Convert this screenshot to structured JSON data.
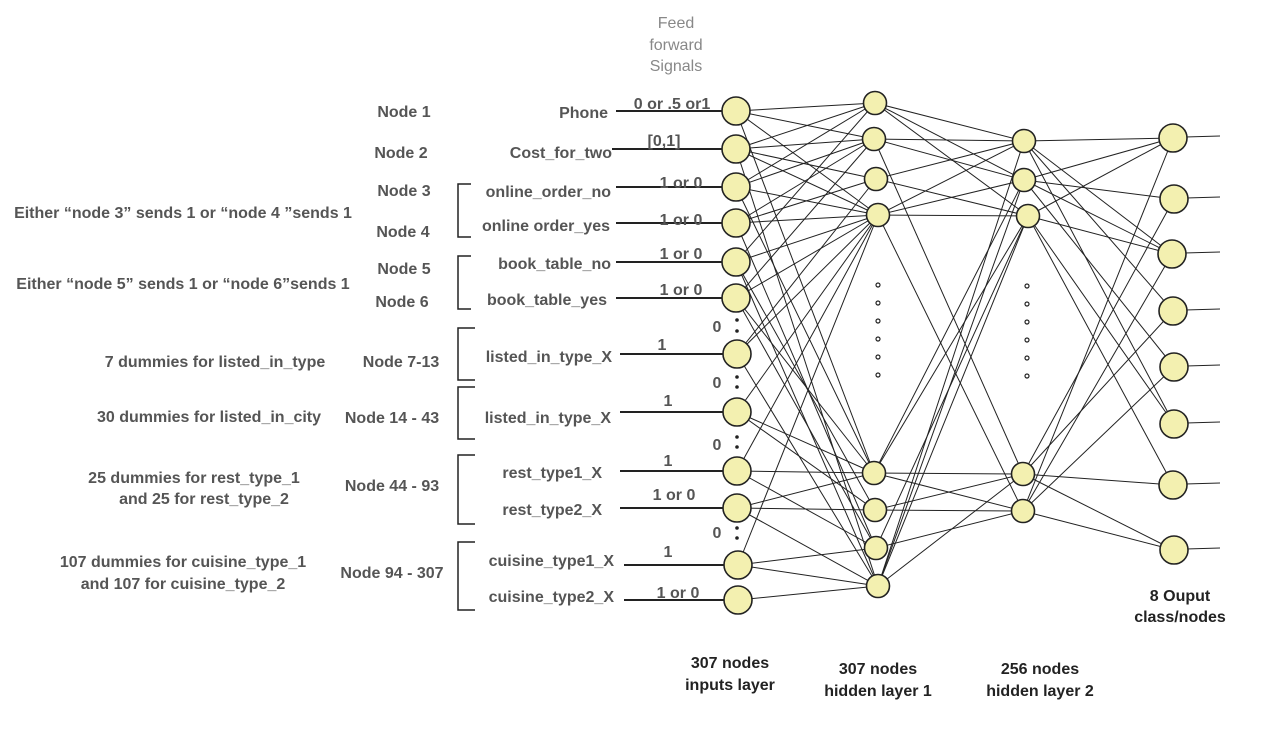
{
  "header": {
    "line1": "Feed",
    "line2": "forward",
    "line3": "Signals"
  },
  "rows": [
    {
      "node": "Node 1",
      "feature": "Phone",
      "signal": "0 or .5 or1"
    },
    {
      "node": "Node 2",
      "feature": "Cost_for_two",
      "signal": "[0,1]"
    },
    {
      "node": "Node 3",
      "feature": "online_order_no",
      "signal": "1 or 0"
    },
    {
      "node": "Node 4",
      "feature": "online order_yes",
      "signal": "1 or 0"
    },
    {
      "node": "Node 5",
      "feature": "book_table_no",
      "signal": "1 or 0"
    },
    {
      "node": "Node 6",
      "feature": "book_table_yes",
      "signal": "1 or 0"
    },
    {
      "node": "Node 7-13",
      "feature": "listed_in_type_X",
      "signal": "1"
    },
    {
      "node": "Node 14 - 43",
      "feature": "listed_in_type_X",
      "signal": "1"
    },
    {
      "node": "Node 44 - 93",
      "feature": "rest_type1_X",
      "signal": "1"
    },
    {
      "node": "",
      "feature": "rest_type2_X",
      "signal": "1 or 0"
    },
    {
      "node": "Node 94 - 307",
      "feature": "cuisine_type1_X",
      "signal": "1"
    },
    {
      "node": "",
      "feature": "cuisine_type2_X",
      "signal": "1 or 0"
    }
  ],
  "notes": {
    "either34": "Either “node 3” sends 1 or “node 4 ”sends 1",
    "either56": "Either “node 5” sends 1 or “node 6”sends 1",
    "listed_type": "7 dummies for listed_in_type",
    "listed_city": "30 dummies for listed_in_city",
    "rest_line1": "25 dummies for rest_type_1",
    "rest_line2": "and  25 for rest_type_2",
    "cuisine_line1": "107 dummies for cuisine_type_1",
    "cuisine_line2": "and  107 for cuisine_type_2"
  },
  "zero_label": "0",
  "layers": {
    "input": {
      "line1": "307 nodes",
      "line2": "inputs layer"
    },
    "hidden1": {
      "line1": "307 nodes",
      "line2": "hidden layer 1"
    },
    "hidden2": {
      "line1": "256 nodes",
      "line2": "hidden layer 2"
    },
    "output": {
      "line1": "8 Ouput",
      "line2": "class/nodes"
    }
  },
  "colors": {
    "node_fill": "#f3f0b0",
    "stroke": "#222222",
    "label_grey": "#555555"
  }
}
